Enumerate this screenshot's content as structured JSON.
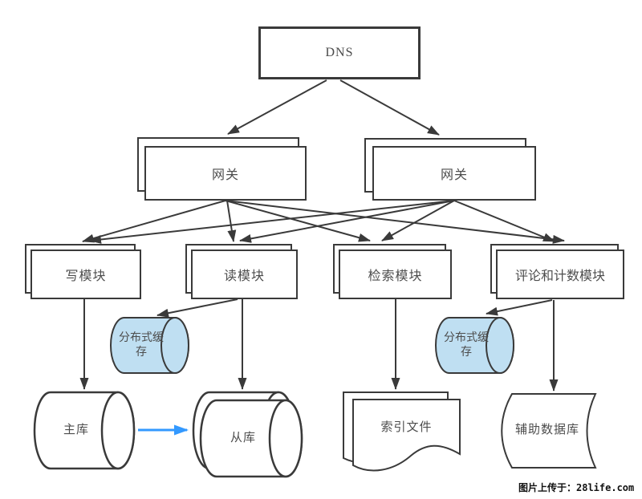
{
  "diagram": {
    "title_node": "DNS",
    "gateways": {
      "left_label": "网关",
      "right_label": "网关"
    },
    "modules": [
      {
        "label": "写模块"
      },
      {
        "label": "读模块"
      },
      {
        "label": "检索模块"
      },
      {
        "label": "评论和计数模块"
      }
    ],
    "caches": {
      "left_label": "分布式缓存",
      "right_label": "分布式缓存"
    },
    "stores": [
      {
        "label": "主库"
      },
      {
        "label": "从库"
      },
      {
        "label": "索引文件"
      },
      {
        "label": "辅助数据库"
      }
    ]
  },
  "colors": {
    "line": "#3a3a3a",
    "cache_fill": "#bfdff2",
    "shape_fill": "#ffffff",
    "replication_arrow": "#3399ff",
    "background": "#ffffff"
  },
  "watermark": {
    "text": "图片上传于：28life.com"
  }
}
